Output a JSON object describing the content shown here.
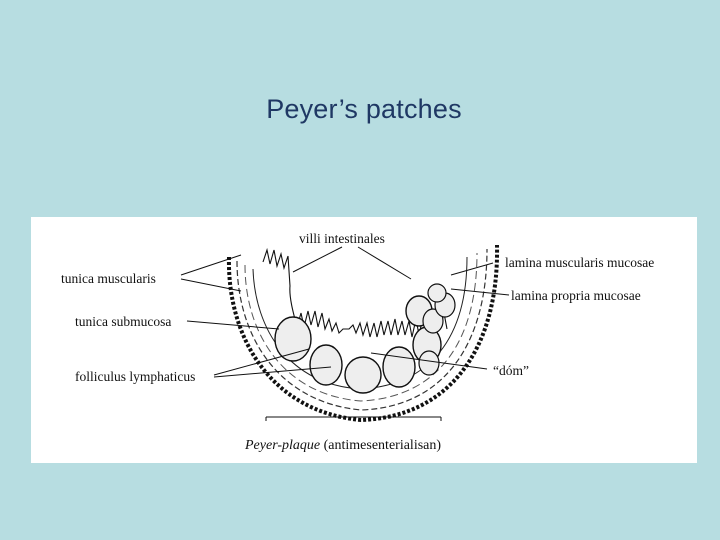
{
  "slide": {
    "title": "Peyer’s patches"
  },
  "diagram": {
    "labels": {
      "villi": "villi intestinales",
      "tunica_muscularis": "tunica muscularis",
      "tunica_submucosa": "tunica submucosa",
      "folliculus": "folliculus lymphaticus",
      "lamina_muscularis": "lamina muscularis mucosae",
      "lamina_propria": "lamina propria mucosae",
      "dom": "“dóm”"
    },
    "caption": {
      "italic": "Peyer-plaque",
      "rest": " (antimesenterialisan)"
    }
  }
}
